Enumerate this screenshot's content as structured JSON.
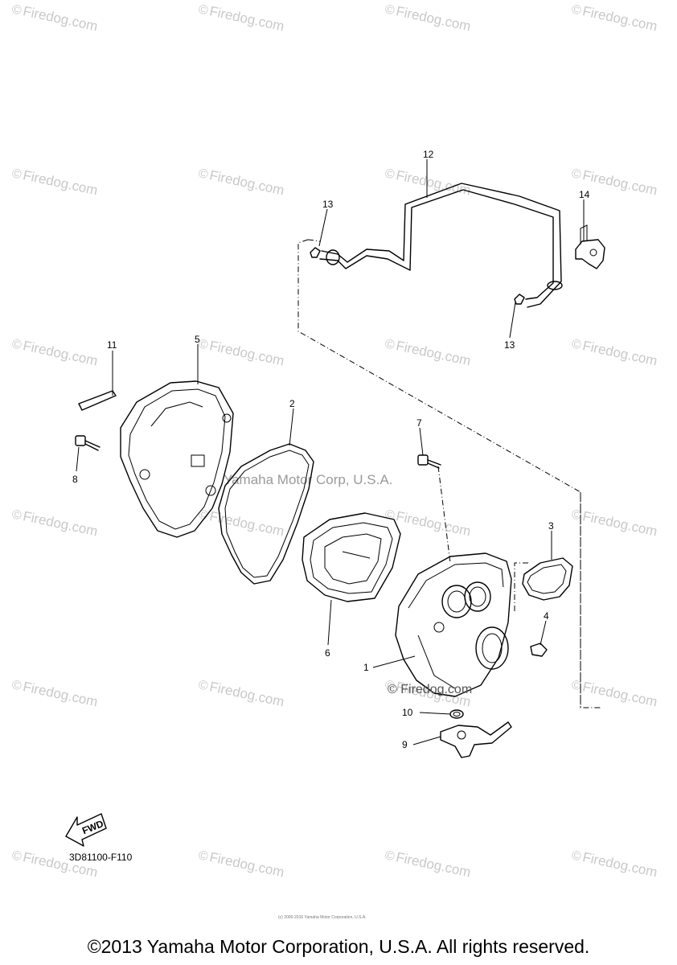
{
  "watermark": {
    "mark": "©",
    "text": "Firedog.com"
  },
  "center_watermark": "Yamaha Motor Corp, U.S.A.",
  "fd_watermark": "© Firedog.com",
  "small_print": "(c) 2000-2016 Yamaha Motor Corporation, U.S.A.",
  "fwd_label": "FWD",
  "diagram_code": "3D81100-F110",
  "callouts": {
    "p1": "1",
    "p2": "2",
    "p3": "3",
    "p4": "4",
    "p5": "5",
    "p6": "6",
    "p7": "7",
    "p8": "8",
    "p9": "9",
    "p10": "10",
    "p11": "11",
    "p12": "12",
    "p13a": "13",
    "p13b": "13",
    "p14": "14"
  },
  "copyright": "©2013 Yamaha Motor Corporation, U.S.A. All rights reserved."
}
